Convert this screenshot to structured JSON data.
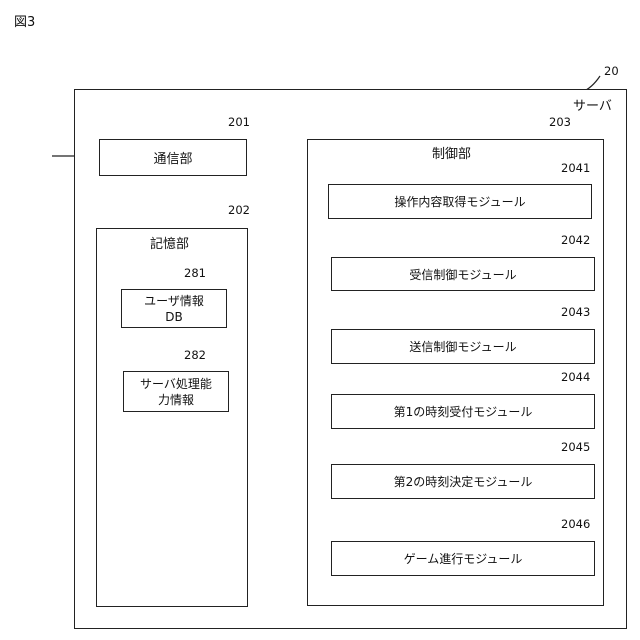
{
  "figure_label": "図3",
  "server": {
    "ref": "20",
    "label": "サーバ"
  },
  "communication": {
    "ref": "201",
    "label": "通信部"
  },
  "storage": {
    "ref": "202",
    "label": "記憶部",
    "user_info": {
      "ref": "281",
      "line1": "ユーザ情報",
      "line2": "DB"
    },
    "processing_info": {
      "ref": "282",
      "line1": "サーバ処理能",
      "line2": "力情報"
    }
  },
  "control": {
    "ref": "203",
    "label": "制御部",
    "modules": [
      {
        "ref": "2041",
        "label": "操作内容取得モジュール"
      },
      {
        "ref": "2042",
        "label": "受信制御モジュール"
      },
      {
        "ref": "2043",
        "label": "送信制御モジュール"
      },
      {
        "ref": "2044",
        "label": "第1の時刻受付モジュール"
      },
      {
        "ref": "2045",
        "label": "第2の時刻決定モジュール"
      },
      {
        "ref": "2046",
        "label": "ゲーム進行モジュール"
      }
    ]
  }
}
